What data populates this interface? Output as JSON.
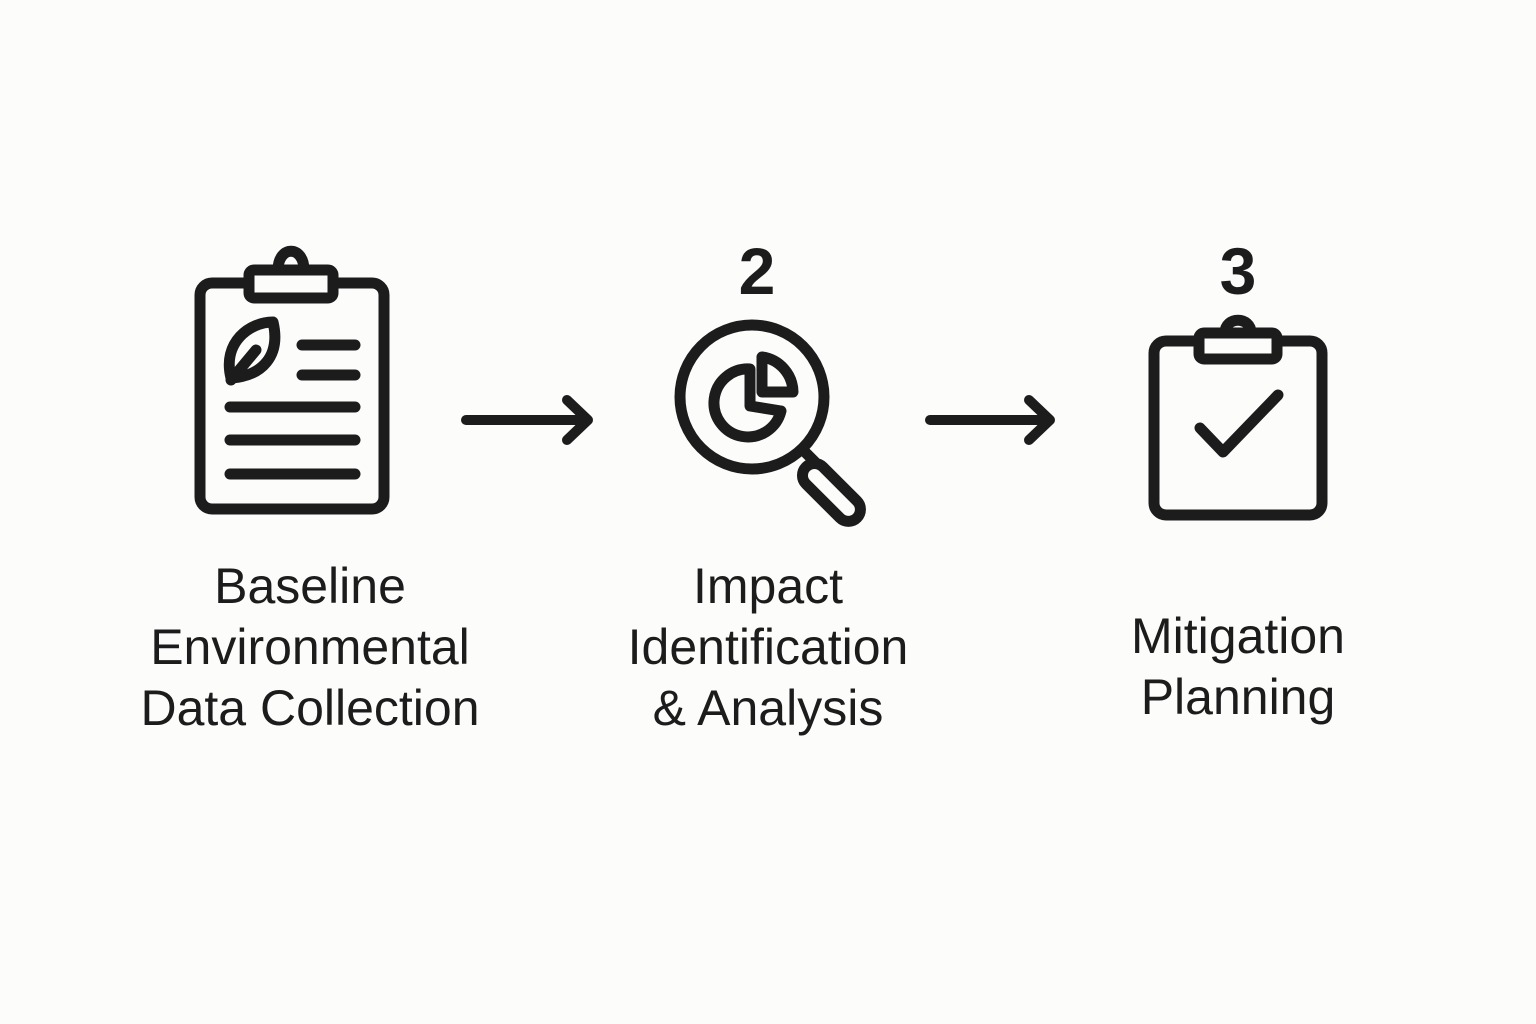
{
  "steps": [
    {
      "number": "",
      "icon": "clipboard-leaf-icon",
      "label_lines": [
        "Baseline",
        "Environmental",
        "Data Collection"
      ]
    },
    {
      "number": "2",
      "icon": "magnifier-pie-chart-icon",
      "label_lines": [
        "Impact",
        "Identification",
        "& Analysis"
      ]
    },
    {
      "number": "3",
      "icon": "clipboard-check-icon",
      "label_lines": [
        "Mitigation",
        "Planning"
      ]
    }
  ],
  "connectors": [
    "arrow-right-icon",
    "arrow-right-icon"
  ],
  "colors": {
    "background": "#fcfcfb",
    "ink": "#1c1c1c"
  }
}
